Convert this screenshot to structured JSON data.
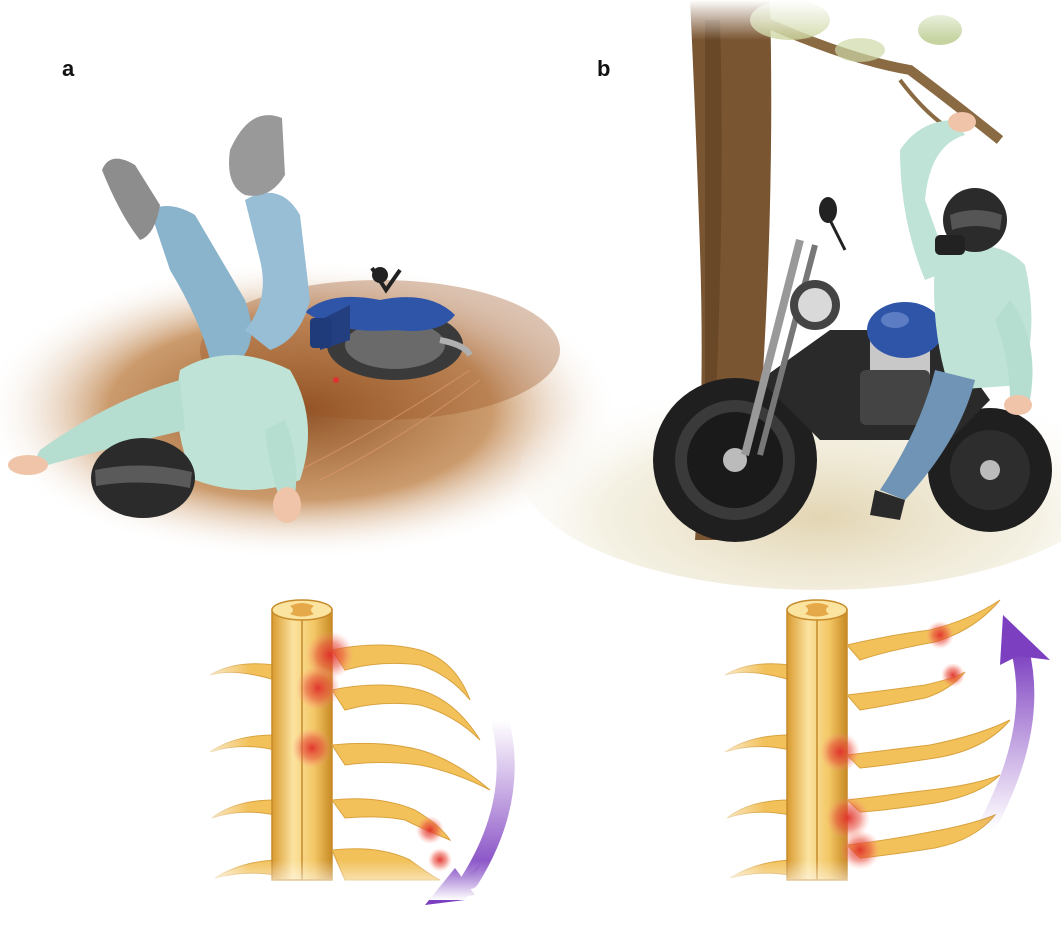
{
  "figure": {
    "panel_a": {
      "label": "a"
    },
    "panel_b": {
      "label": "b"
    }
  },
  "colors": {
    "spinal_cord": "#f3c766",
    "nerve_root": "#f2c15a",
    "injury": "#e0302a",
    "arrow": "#8a4bc4",
    "jeans": "#8ab3cc",
    "shirt": "#bfe3d6",
    "helmet": "#2b2b2b",
    "motorcycle_tank": "#2f55a8",
    "ground": "#a5602a",
    "tree_trunk": "#7a5532"
  },
  "icons": {
    "panel_a_scene": "fallen-rider-illustration",
    "panel_b_scene": "rider-arm-caught-by-branch-illustration",
    "panel_a_spine": "spinal-cord-lower-root-injury",
    "panel_b_spine": "spinal-cord-upper-root-injury",
    "panel_a_arrow": "downward-curved-arrow",
    "panel_b_arrow": "upward-curved-arrow"
  }
}
